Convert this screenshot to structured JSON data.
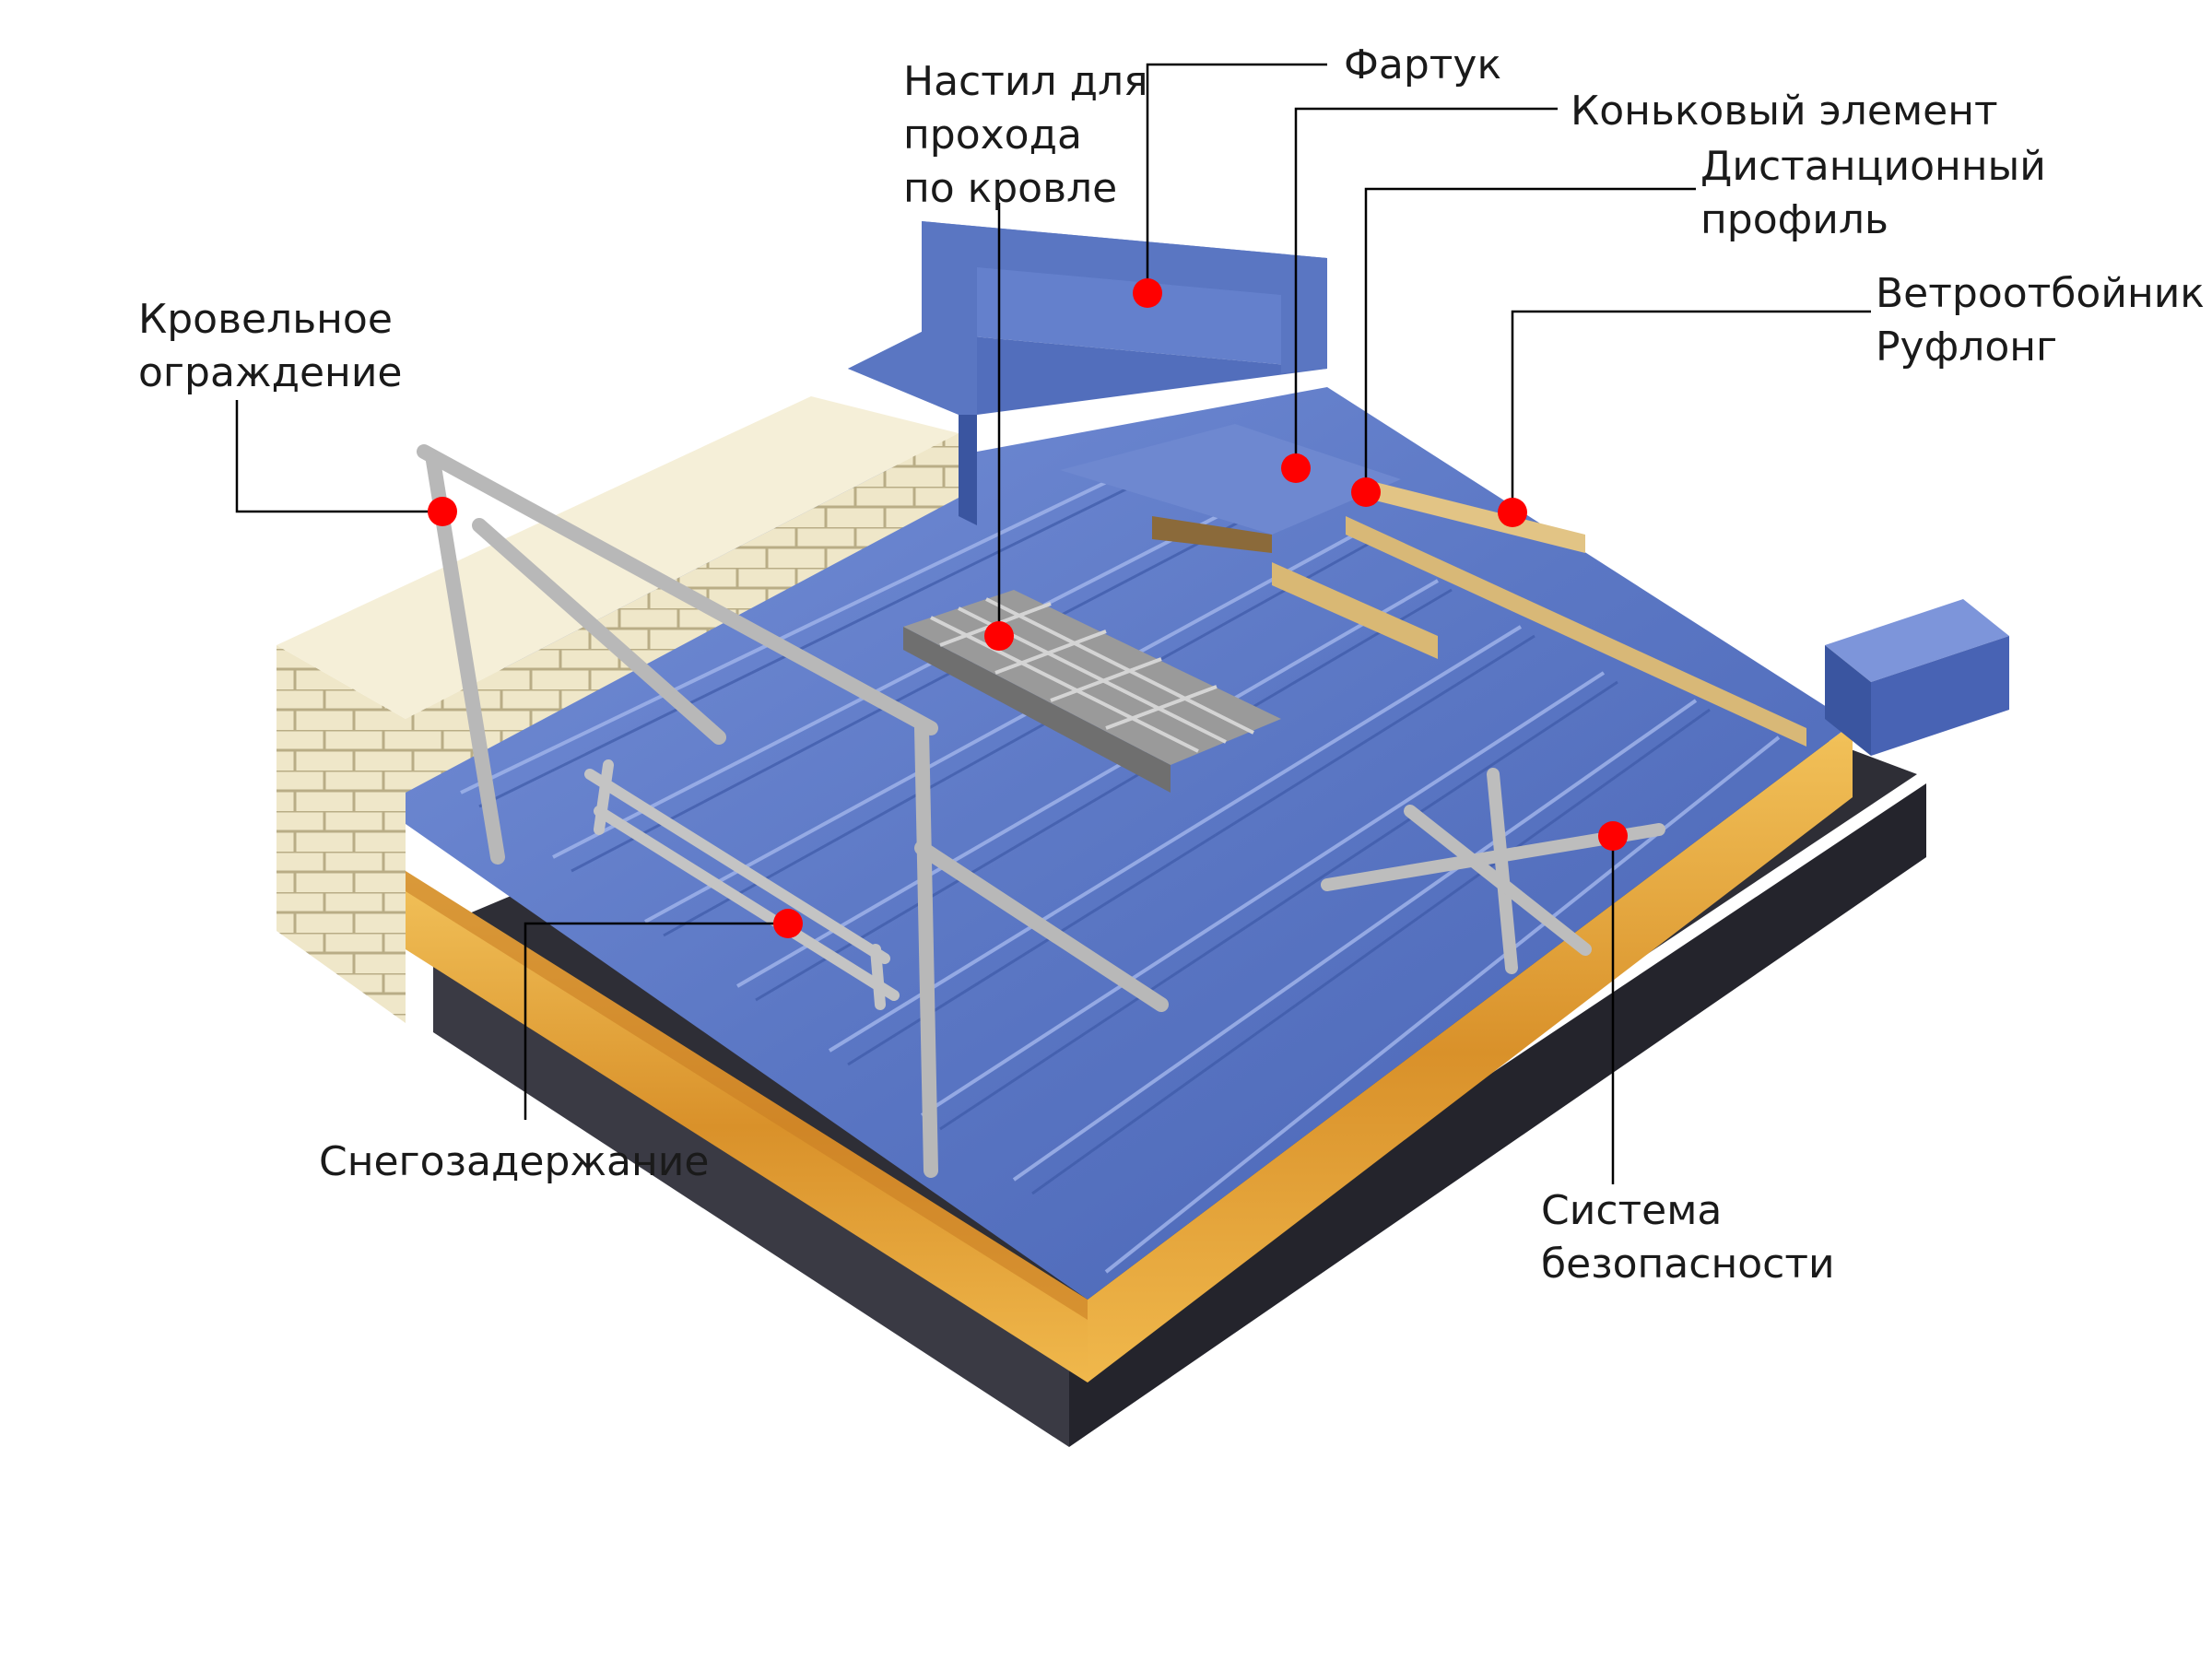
{
  "colors": {
    "roof_blue": "#5b77c4",
    "roof_blue_dark": "#3e5aa8",
    "roof_blue_light": "#8da2dd",
    "insulation": "#e0a63c",
    "brick": "#ebe3c4",
    "steel": "#b4b4b4",
    "marker": "#ff0000",
    "leader_line": "#000000"
  },
  "callouts": [
    {
      "id": "roof-walkway",
      "lines": [
        "Настил для",
        "прохода",
        "по кровле"
      ]
    },
    {
      "id": "apron",
      "lines": [
        "Фартук"
      ]
    },
    {
      "id": "ridge-element",
      "lines": [
        "Коньковый элемент"
      ]
    },
    {
      "id": "spacer-profile",
      "lines": [
        "Дистанционный",
        "профиль"
      ]
    },
    {
      "id": "wind-barrier",
      "lines": [
        "Ветроотбойник",
        "Руфлонг"
      ]
    },
    {
      "id": "roof-railing",
      "lines": [
        "Кровельное",
        "ограждение"
      ]
    },
    {
      "id": "snow-guard",
      "lines": [
        "Снегозадержание"
      ]
    },
    {
      "id": "safety-system",
      "lines": [
        "Система",
        "безопасности"
      ]
    }
  ]
}
